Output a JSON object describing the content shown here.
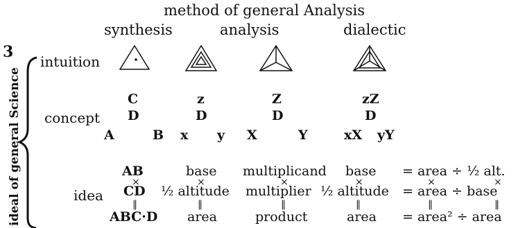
{
  "header": {
    "title": "method of general Analysis",
    "columns": [
      "synthesis",
      "analysis",
      "dialectic"
    ]
  },
  "side": {
    "number": "3",
    "label": "ideal of general Science"
  },
  "rows": {
    "intuition": "intuition",
    "concept": "concept",
    "idea": "idea"
  },
  "concept": {
    "synthesis": {
      "top": "C",
      "mid": "D",
      "left": "A",
      "right": "B"
    },
    "analysis": {
      "top": "z",
      "mid": "D",
      "left": "x",
      "right": "y"
    },
    "dialectic1": {
      "top": "Z",
      "mid": "D",
      "left": "X",
      "right": "Y"
    },
    "dialectic2": {
      "top": "zZ",
      "mid": "D",
      "left": "xX",
      "right": "yY"
    }
  },
  "idea": {
    "c1": [
      "AB",
      "CD",
      "ABC·D"
    ],
    "c2": [
      "base",
      "½ altitude",
      "area"
    ],
    "c3": [
      "multiplicand",
      "multiplier",
      "product"
    ],
    "c4": [
      "base",
      "½ altitude",
      "area"
    ],
    "c5": [
      "= area ÷ ½ alt.",
      "= area ÷  base",
      "= area² ÷  area"
    ]
  },
  "symbols": {
    "times": "×",
    "parallel": "‖"
  }
}
